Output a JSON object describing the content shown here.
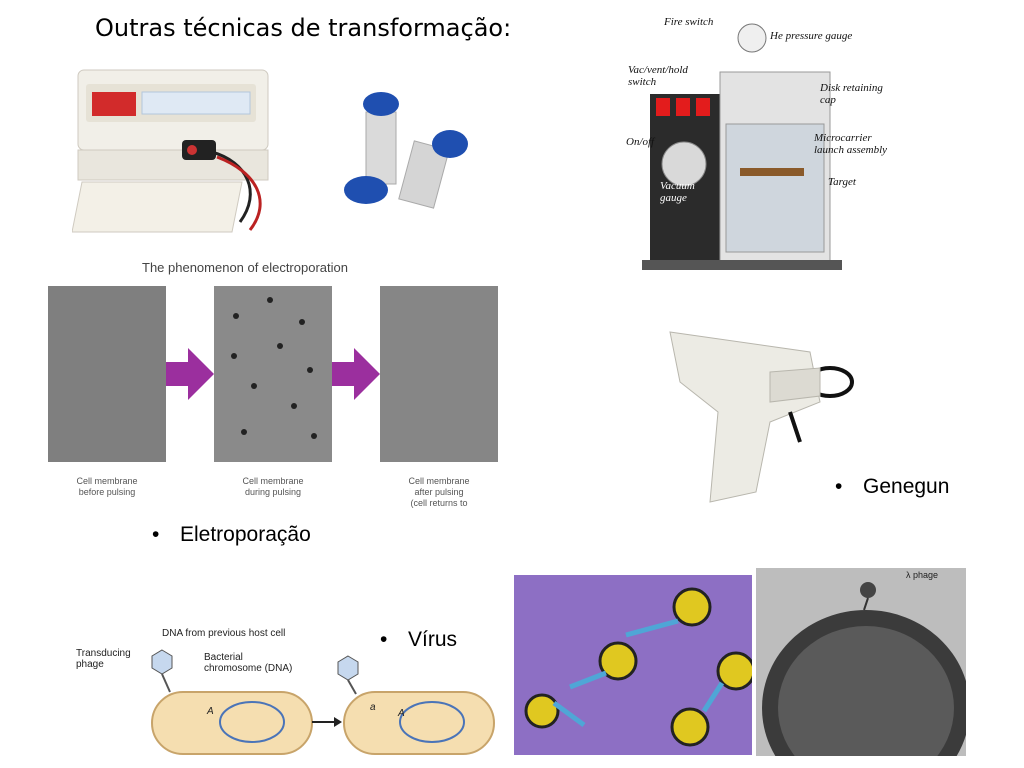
{
  "title": "Outras técnicas de transformação:",
  "bullets": {
    "electroporation": "Eletroporação",
    "genegun": "Genegun",
    "virus": "Vírus"
  },
  "electroporation_figure": {
    "heading": "The phenomenon of electroporation",
    "panel1": "Cell membrane\nbefore pulsing",
    "panel2": "Cell membrane\nduring pulsing",
    "panel3": "Cell membrane\nafter pulsing\n(cell returns to"
  },
  "gene_gun_apparatus_labels": {
    "fire_switch": "Fire switch",
    "he_pressure_gauge": "He pressure gauge",
    "vac_vent_hold_switch": "Vac/vent/hold\nswitch",
    "disk_retaining_cap": "Disk retaining\ncap",
    "on_off": "On/off",
    "microcarrier_launch_assembly": "Microcarrier\nlaunch assembly",
    "vacuum_gauge": "Vacuum\ngauge",
    "target": "Target"
  },
  "transduction_diagram": {
    "dna_from_previous": "DNA from previous host cell",
    "transducing_phage": "Transducing\nphage",
    "bacterial_chromosome": "Bacterial\nchromosome (DNA)",
    "gene_a_upper": "A",
    "gene_a_lower": "a"
  },
  "micrograph_labels": {
    "lambda_phage": "λ phage"
  },
  "colors": {
    "electroporation_arrow": "#9b2f9e",
    "cell_fill": "#f5deb0",
    "cell_border": "#c8a46a",
    "chromosome": "#4a74b8",
    "phage_head_yellow": "#e0c820",
    "purple_bg": "#8d6fc4"
  }
}
